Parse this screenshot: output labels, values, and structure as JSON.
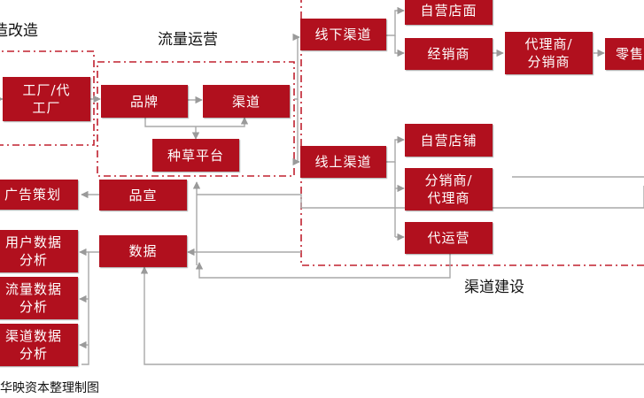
{
  "sections": {
    "left_partial": "造改造",
    "traffic_ops": "流量运营",
    "channel_build": "渠道建设"
  },
  "source": "华映资本整理制图",
  "nodes": {
    "factory": "工厂/代\n工厂",
    "brand": "品牌",
    "channel": "渠道",
    "seeding": "种草平台",
    "promo": "品宣",
    "data": "数据",
    "ad_planning": "广告策划",
    "user_data": "用户数据\n分析",
    "traffic_data": "流量数据\n分析",
    "channel_data": "渠道数据\n分析",
    "offline": "线下渠道",
    "online": "线上渠道",
    "self_store": "自营店面",
    "distributor": "经销商",
    "agent_sub": "代理商/\n分销商",
    "retail_partial": "零售",
    "self_shop": "自营店铺",
    "sub_agent": "分销商/\n代理商",
    "operator": "代运营"
  },
  "colors": {
    "box_fill": "#b1101e",
    "box_text": "#ffffff",
    "dashed_border": "#c0202e",
    "connector": "#a8a8a8"
  }
}
